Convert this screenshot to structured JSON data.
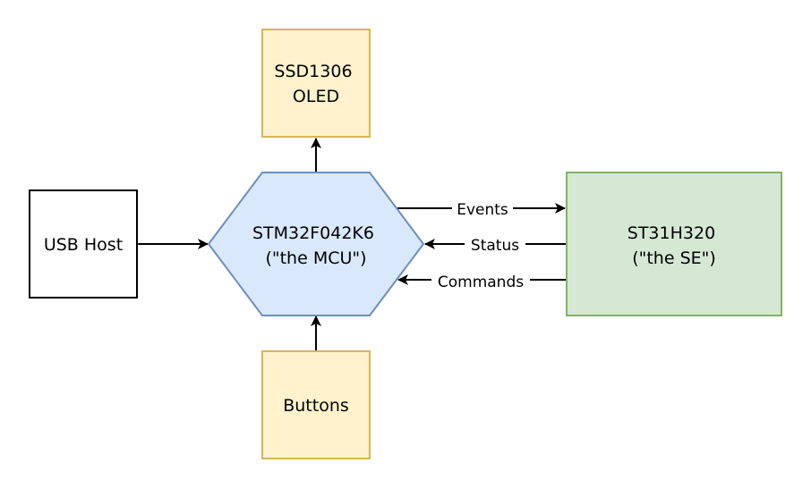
{
  "nodes": {
    "oled": {
      "lines": [
        "SSD1306",
        "OLED"
      ],
      "fill": "#fff2cc",
      "stroke": "#d6b656"
    },
    "usb_host": {
      "lines": [
        "USB Host"
      ],
      "fill": "#ffffff",
      "stroke": "#000000"
    },
    "mcu": {
      "lines": [
        "STM32F042K6",
        "(\"the MCU\")"
      ],
      "fill": "#dae8fc",
      "stroke": "#6c8ebf"
    },
    "se": {
      "lines": [
        "ST31H320",
        "(\"the SE\")"
      ],
      "fill": "#d5e8d4",
      "stroke": "#82b366"
    },
    "buttons": {
      "lines": [
        "Buttons"
      ],
      "fill": "#fff2cc",
      "stroke": "#d6b656"
    }
  },
  "edges": {
    "events": "Events",
    "status": "Status",
    "commands": "Commands"
  }
}
